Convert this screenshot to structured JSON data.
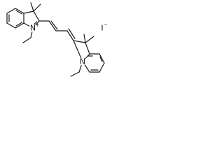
{
  "molecule": {
    "atoms": {
      "n_left": "N",
      "n_right": "N",
      "iodine": "I",
      "n_left_charge": "+",
      "iodine_charge": "−"
    }
  }
}
